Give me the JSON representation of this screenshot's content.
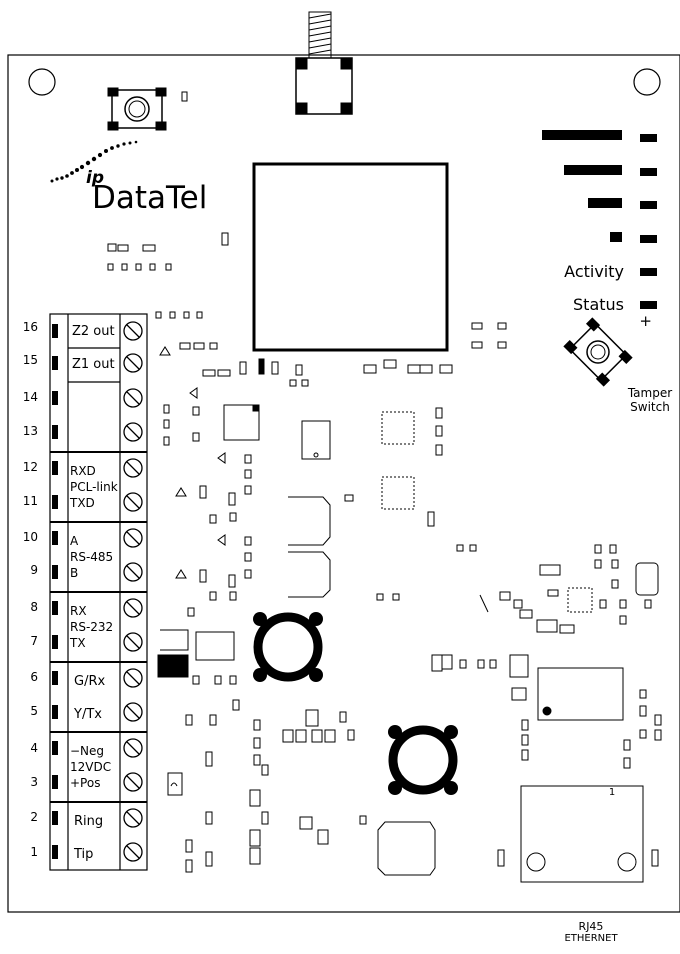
{
  "brand": {
    "prefix": "ip",
    "name": "DataTel"
  },
  "led_labels": {
    "activity": "Activity",
    "status": "Status",
    "plus": "+"
  },
  "tamper": {
    "line1": "Tamper",
    "line2": "Switch"
  },
  "ethernet": {
    "line1": "RJ45",
    "line2": "ETHERNET",
    "pin1": "1"
  },
  "terminals": {
    "pins": [
      "16",
      "15",
      "14",
      "13",
      "12",
      "11",
      "10",
      "9",
      "8",
      "7",
      "6",
      "5",
      "4",
      "3",
      "2",
      "1"
    ],
    "labels": {
      "z2": "Z2 out",
      "z1": "Z1 out",
      "rxd": "RXD",
      "pcl": "PCL-link",
      "txd": "TXD",
      "a": "A",
      "rs485": "RS-485",
      "b": "B",
      "rx": "RX",
      "rs232": "RS-232",
      "tx": "TX",
      "grx": "G/Rx",
      "ytx": "Y/Tx",
      "neg": "−Neg",
      "v12": "12VDC",
      "pos": "+Pos",
      "ring": "Ring",
      "tip": "Tip"
    }
  },
  "colors": {
    "ink": "#000000",
    "background": "#ffffff"
  }
}
